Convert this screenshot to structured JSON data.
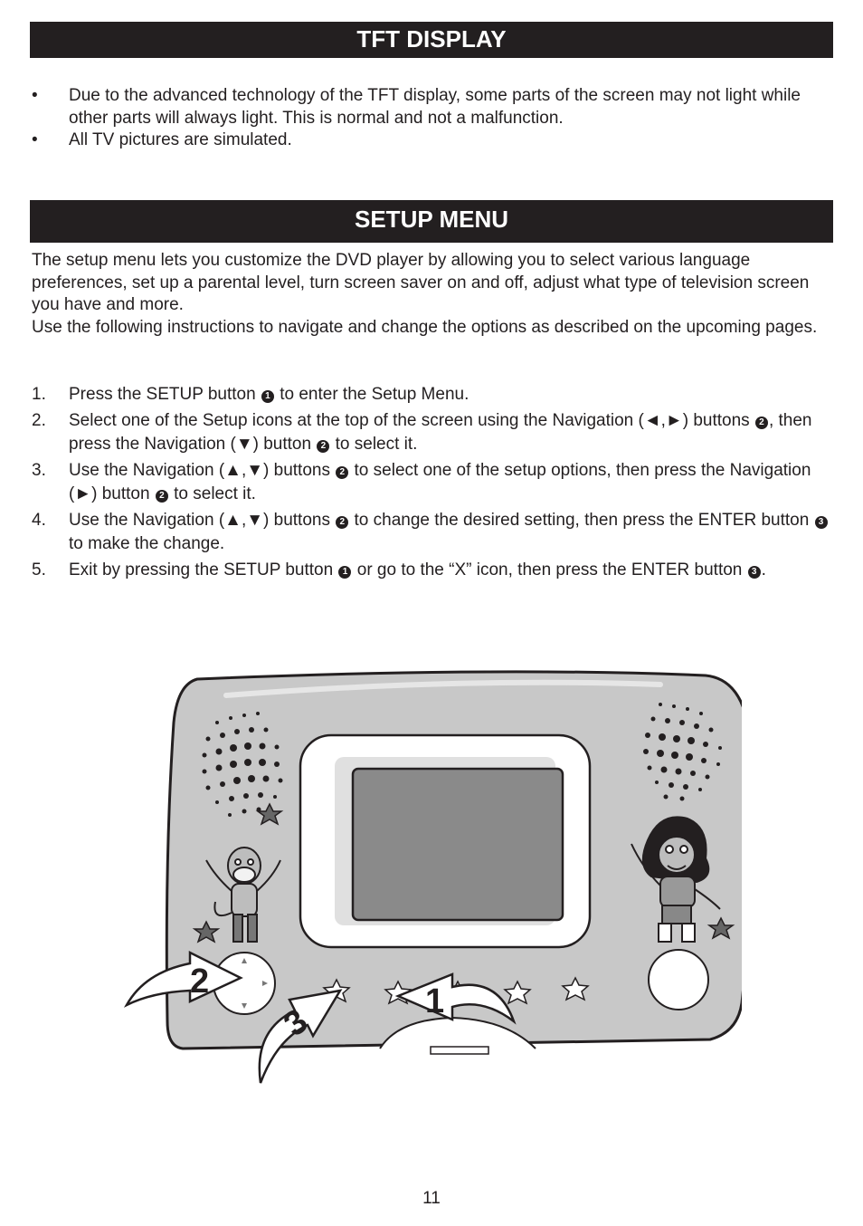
{
  "sections": {
    "tft": {
      "title": "TFT DISPLAY",
      "bullets": [
        "Due to the advanced technology of the TFT display, some parts of the screen may not light while other parts will always light. This is normal and not a malfunction.",
        "All TV pictures are simulated."
      ]
    },
    "setup": {
      "title": "SETUP MENU",
      "intro_1": "The setup menu lets you customize the DVD player by allowing you to select various language preferences, set up a parental level, turn screen saver on and off, adjust what type of television screen you have and more.",
      "intro_2": "Use the following instructions to navigate and change the options as described on the upcoming pages.",
      "steps": [
        {
          "num": "1.",
          "parts": [
            "Press the SETUP button ",
            " to enter the Setup Menu."
          ],
          "marks": [
            "1"
          ]
        },
        {
          "num": "2.",
          "parts": [
            "Select one of the Setup icons at the top of the screen using the Navigation (◄,►) buttons ",
            ", then press the Navigation (▼) button ",
            " to select it."
          ],
          "marks": [
            "2",
            "2"
          ]
        },
        {
          "num": "3.",
          "parts": [
            "Use the Navigation (▲,▼) buttons ",
            " to select one of the setup options, then press the Navigation (►) button ",
            " to select it."
          ],
          "marks": [
            "2",
            "2"
          ]
        },
        {
          "num": "4.",
          "parts": [
            "Use the Navigation (▲,▼) buttons ",
            " to change the desired setting, then press the ENTER button ",
            " to make the change."
          ],
          "marks": [
            "2",
            "3"
          ]
        },
        {
          "num": "5.",
          "parts": [
            "Exit by pressing the SETUP button ",
            " or go to the “X” icon, then press the ENTER button ",
            "."
          ],
          "marks": [
            "1",
            "3"
          ]
        }
      ]
    }
  },
  "illustration": {
    "callouts": [
      "1",
      "2",
      "3"
    ]
  },
  "bullet_symbol": "•",
  "page_number": "11"
}
